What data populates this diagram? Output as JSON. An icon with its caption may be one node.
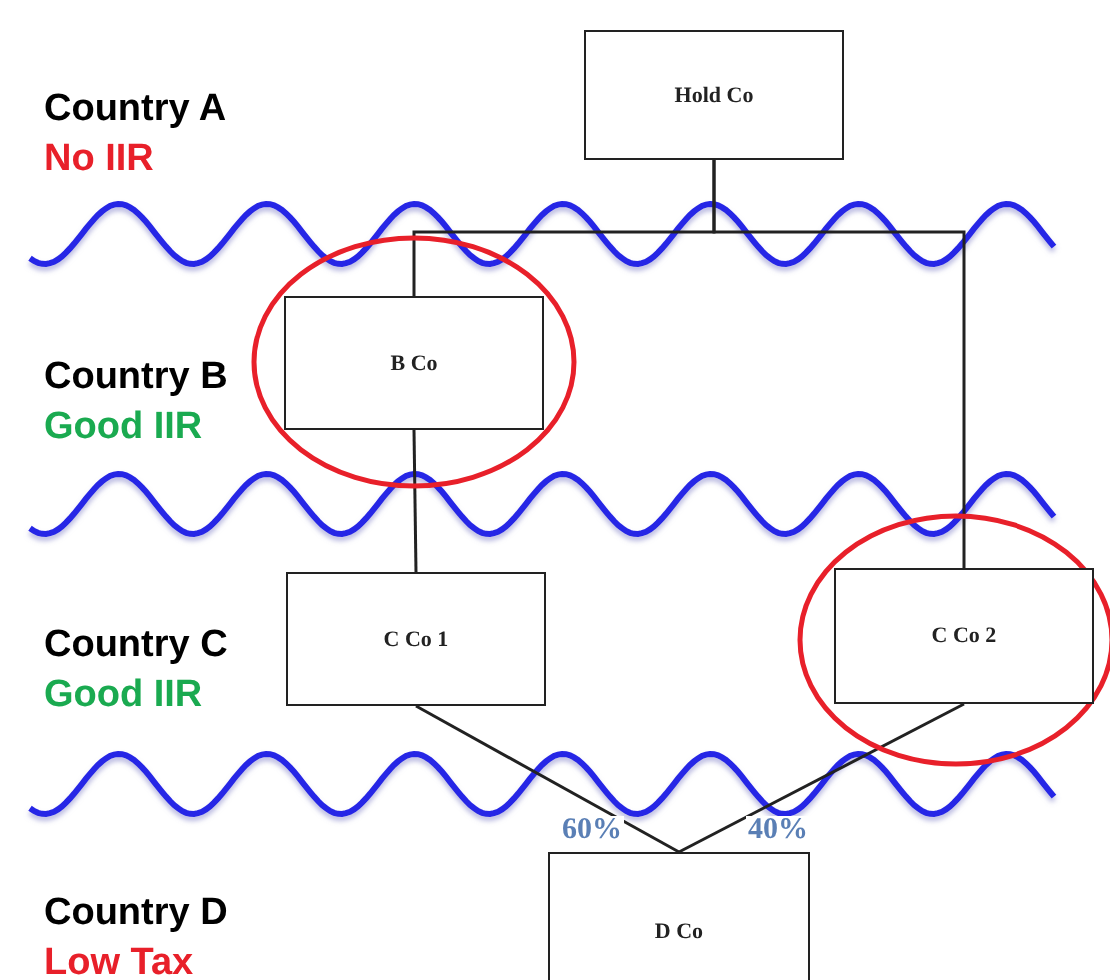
{
  "diagram": {
    "nodes": [
      {
        "text": [
          "Hold Co"
        ]
      },
      {
        "text": [
          "B Co"
        ]
      },
      {
        "text": [
          "C Co 1"
        ]
      },
      {
        "text": [
          "C Co 2"
        ]
      },
      {
        "text": [
          "D Co"
        ]
      }
    ],
    "edges": [
      {
        "from": 0,
        "to": 1,
        "arrow": "none"
      },
      {
        "from": 0,
        "to": 3,
        "arrow": "none"
      },
      {
        "from": 1,
        "to": 2,
        "arrow": "none"
      },
      {
        "from": 2,
        "to": 4,
        "arrow": "none",
        "label": "60%"
      },
      {
        "from": 3,
        "to": 4,
        "arrow": "none",
        "label": "40%"
      }
    ],
    "labels": [
      "Country A",
      "No IIR",
      "Country B",
      "Good IIR",
      "Country C",
      "Good IIR",
      "Country D",
      "Low Tax"
    ]
  }
}
